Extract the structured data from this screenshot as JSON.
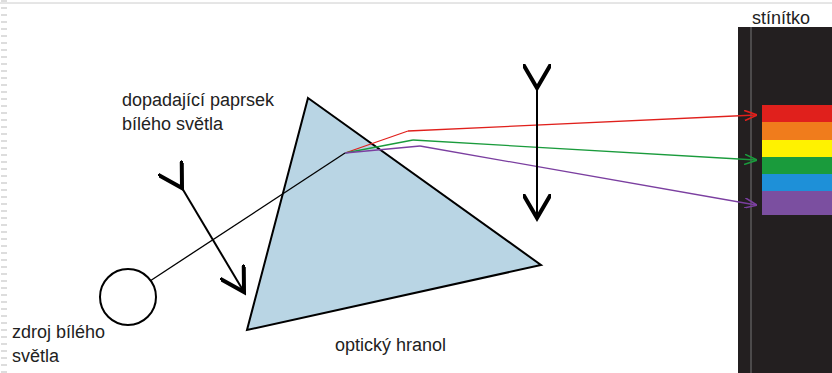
{
  "diagram": {
    "labels": [
      "stínítko",
      "dopadající paprsek bílého světla",
      "zdroj bílého světla",
      "optický hranol"
    ]
  }
}
